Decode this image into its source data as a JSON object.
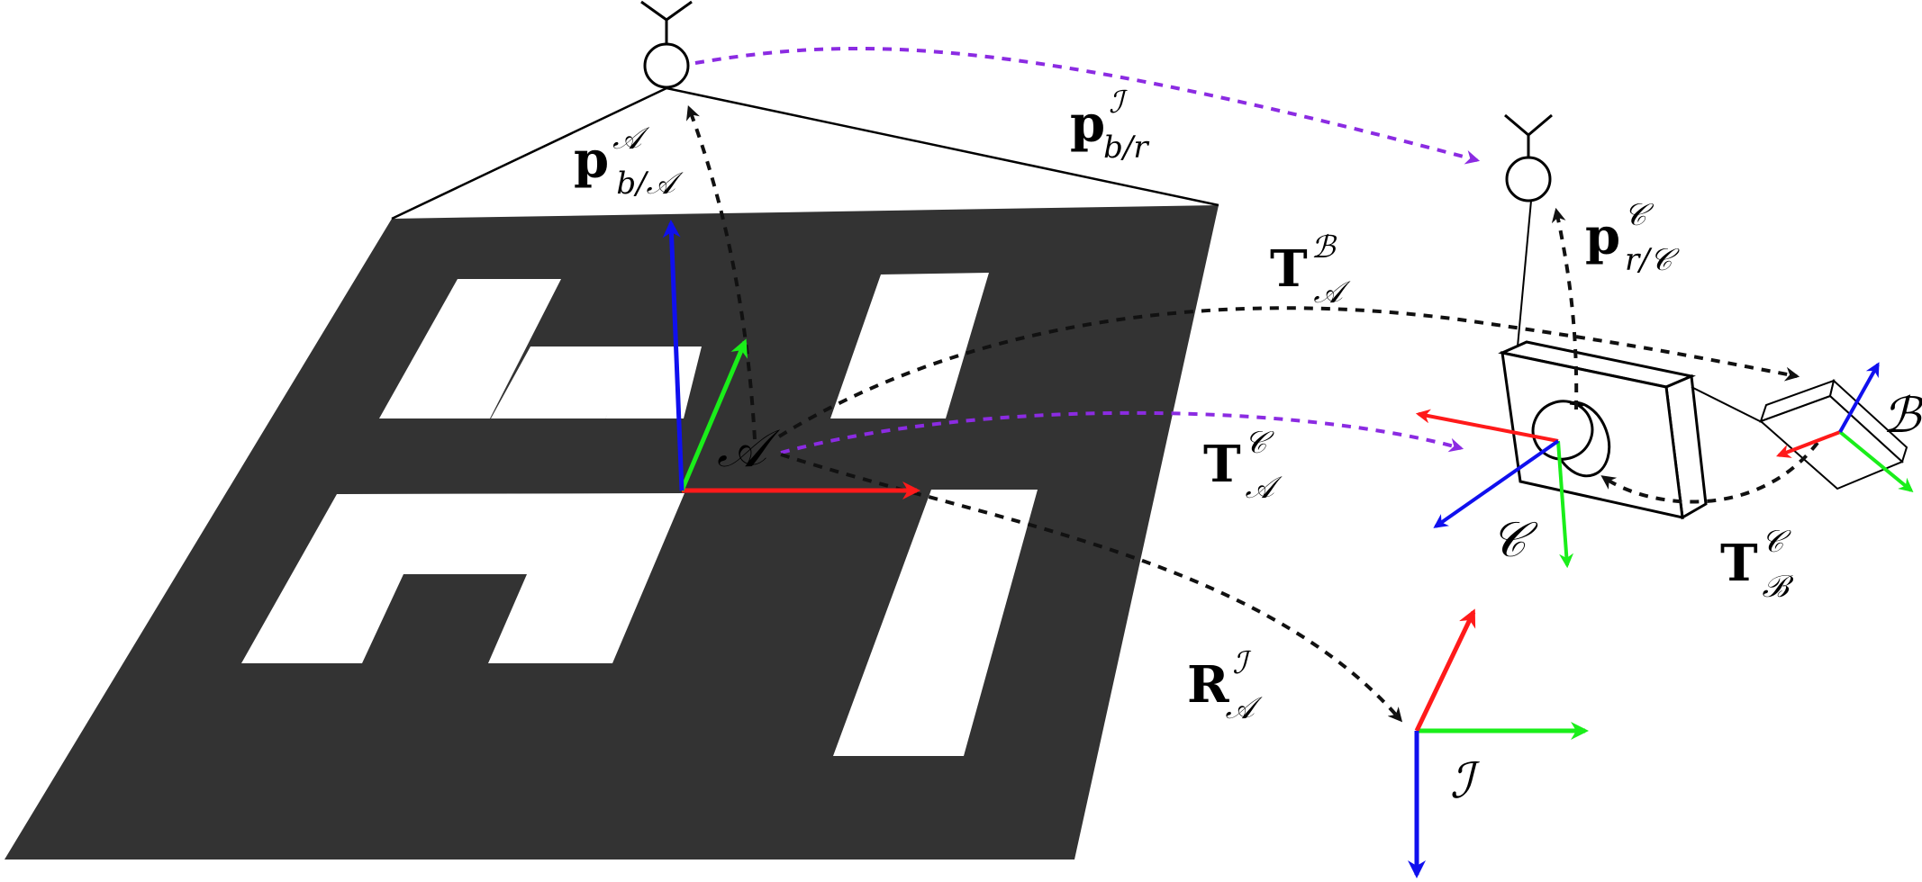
{
  "colors": {
    "marker": "#333333",
    "x_axis": "#ff1a1a",
    "y_axis": "#1aee1a",
    "z_axis": "#1010ee",
    "dotted_black": "#111111",
    "dotted_purple": "#8b2be2",
    "line": "#000000"
  },
  "labels": {
    "frame_A": "𝒜",
    "frame_B": "ℬ",
    "frame_C": "𝒞",
    "frame_I": "ℐ",
    "p_b_A": {
      "base": "p",
      "sup": "𝒜",
      "sub": "b/𝒜"
    },
    "p_b_r": {
      "base": "p",
      "sup": "ℐ",
      "sub": "b/r"
    },
    "p_r_C": {
      "base": "p",
      "sup": "𝒞",
      "sub": "r/𝒞"
    },
    "T_A_B": {
      "base": "T",
      "sup": "ℬ",
      "sub": "𝒜"
    },
    "T_A_C": {
      "base": "T",
      "sup": "𝒞",
      "sub": "𝒜"
    },
    "T_B_C": {
      "base": "T",
      "sup": "𝒞",
      "sub": "ℬ"
    },
    "R_A_I": {
      "base": "R",
      "sup": "ℐ",
      "sub": "𝒜"
    }
  },
  "icons": [
    "antenna-icon",
    "camera-icon",
    "imu-icon",
    "fiducial-marker"
  ]
}
